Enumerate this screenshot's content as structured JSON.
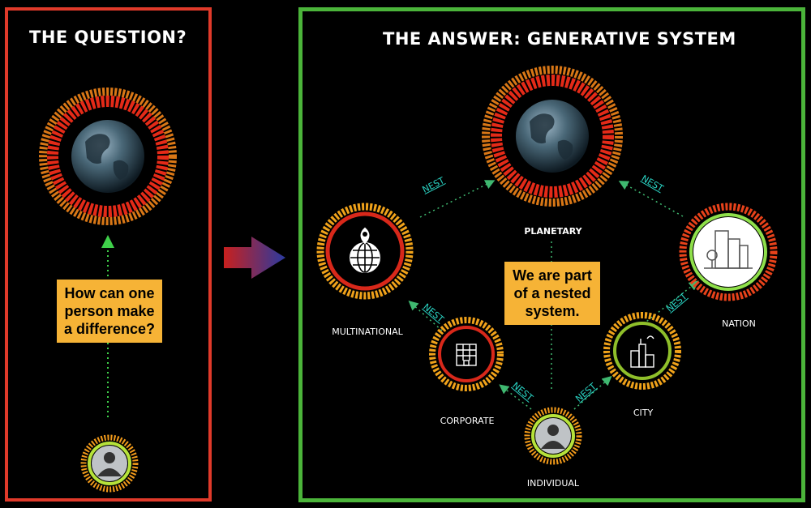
{
  "left": {
    "title": "THE QUESTION?",
    "callout": [
      "How can one",
      "person make",
      "a difference?"
    ]
  },
  "right": {
    "title": "THE ANSWER: GENERATIVE SYSTEM",
    "callout": [
      "We are part",
      "of a nested",
      "system."
    ],
    "nodes": {
      "planetary": "PLANETARY",
      "multinational": "MULTINATIONAL",
      "nation": "NATION",
      "corporate": "CORPORATE",
      "city": "CITY",
      "individual": "INDIVIDUAL"
    },
    "nest_label": "NEST"
  },
  "colors": {
    "question_border": "#e03a2a",
    "answer_border": "#4bb43a",
    "callout_fill": "#f6b336",
    "nest_text": "#2ad4c4",
    "arrow_dots": "#3fcf4a"
  },
  "icons": [
    "globe-icon",
    "person-icon",
    "location-globe-icon",
    "office-building-icon",
    "city-skyline-icon",
    "factory-icon"
  ]
}
